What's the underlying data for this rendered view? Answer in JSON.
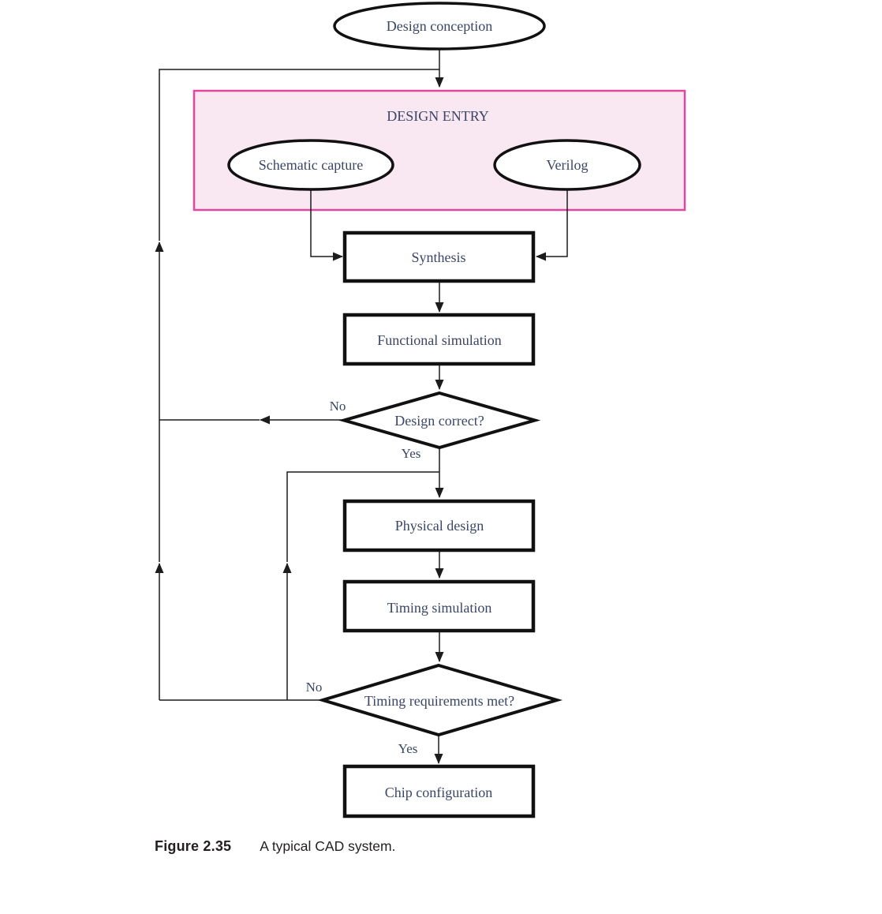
{
  "figure": {
    "caption_label": "Figure 2.35",
    "caption_text": "A typical CAD system."
  },
  "colors": {
    "design_entry_fill": "#f9e8f1",
    "design_entry_border": "#e2469f",
    "node_border": "#111111",
    "connector": "#1c1c1c",
    "label_text": "#3a4668",
    "caption_text": "#231f20"
  },
  "flowchart": {
    "nodes": {
      "design_conception": {
        "label": "Design conception",
        "shape": "ellipse"
      },
      "design_entry": {
        "label": "DESIGN ENTRY",
        "shape": "group-box"
      },
      "schematic_capture": {
        "label": "Schematic capture",
        "shape": "ellipse"
      },
      "verilog": {
        "label": "Verilog",
        "shape": "ellipse"
      },
      "synthesis": {
        "label": "Synthesis",
        "shape": "rect"
      },
      "functional_simulation": {
        "label": "Functional simulation",
        "shape": "rect"
      },
      "design_correct": {
        "label": "Design correct?",
        "shape": "diamond",
        "no": "No",
        "yes": "Yes"
      },
      "physical_design": {
        "label": "Physical design",
        "shape": "rect"
      },
      "timing_simulation": {
        "label": "Timing simulation",
        "shape": "rect"
      },
      "timing_requirements_met": {
        "label": "Timing requirements met?",
        "shape": "diamond",
        "no": "No",
        "yes": "Yes"
      },
      "chip_configuration": {
        "label": "Chip configuration",
        "shape": "rect"
      }
    }
  }
}
